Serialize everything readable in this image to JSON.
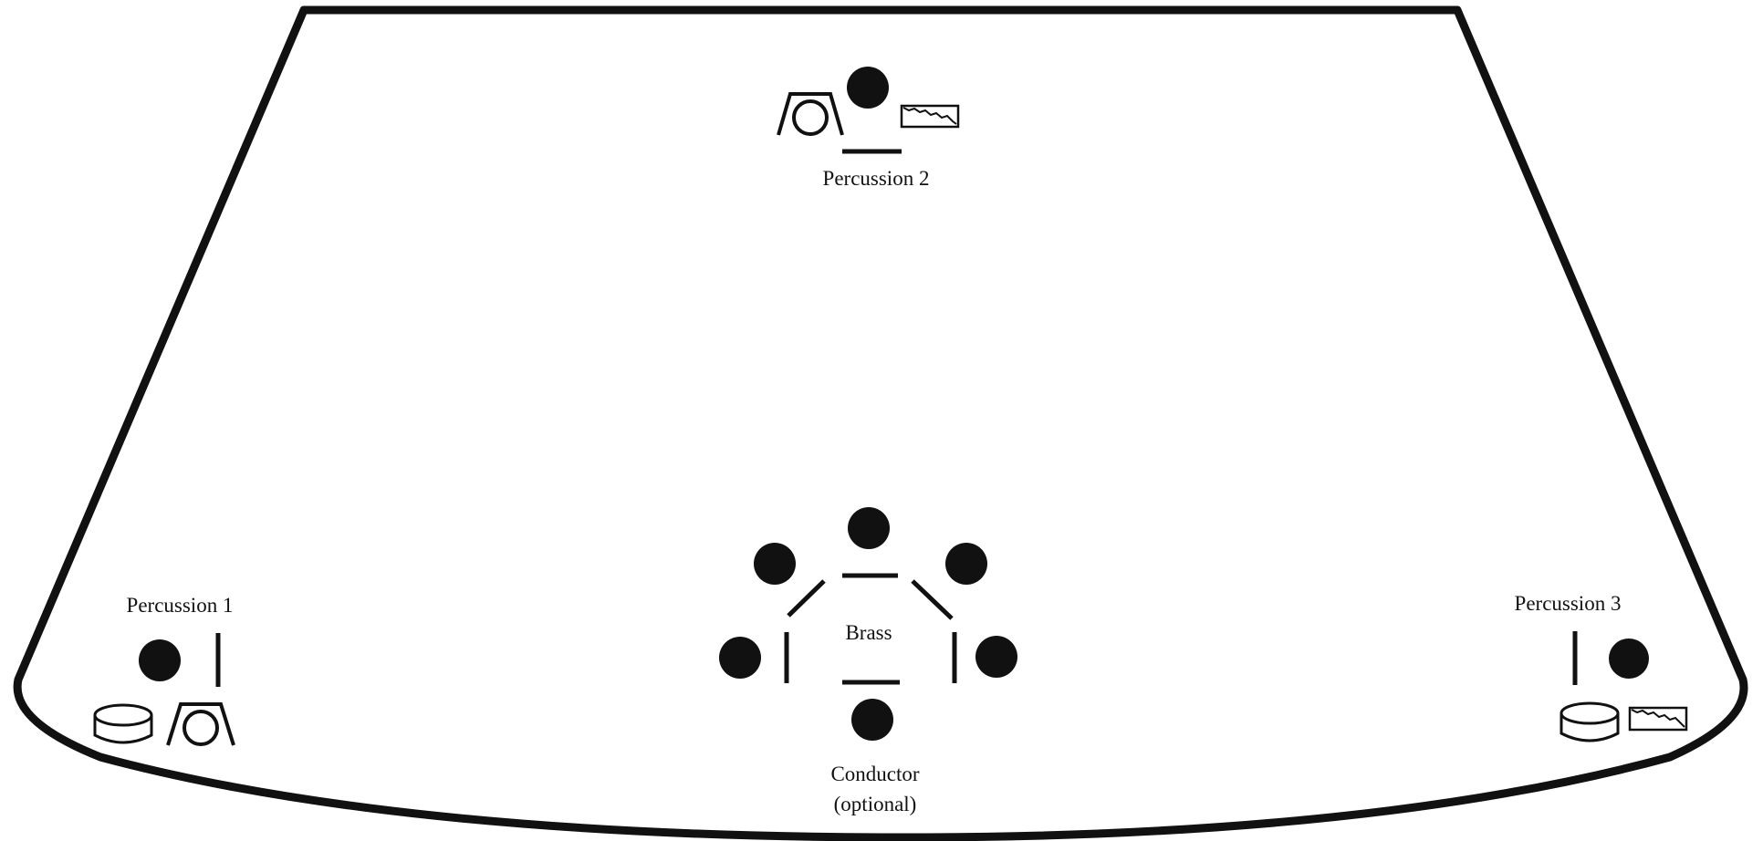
{
  "diagram": {
    "labels": {
      "percussion_1": "Percussion 1",
      "percussion_2": "Percussion 2",
      "percussion_3": "Percussion 3",
      "brass": "Brass",
      "conductor_line1": "Conductor",
      "conductor_line2": "(optional)"
    },
    "colors": {
      "ink": "#111111",
      "background": "#ffffff"
    }
  }
}
